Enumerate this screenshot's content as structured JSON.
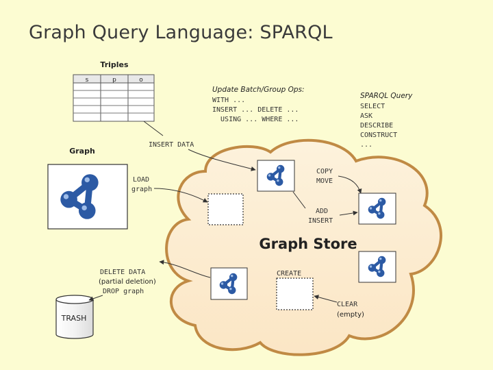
{
  "slide": {
    "title": "Graph Query Language: SPARQL"
  },
  "triples": {
    "heading": "Triples",
    "columns": [
      "s",
      "p",
      "o"
    ],
    "insert_label": "INSERT DATA"
  },
  "update_ops": {
    "heading": "Update Batch/Group Ops:",
    "lines": [
      "WITH ...",
      "INSERT ... DELETE ...",
      "  USING ... WHERE ..."
    ]
  },
  "sparql_query": {
    "heading": "SPARQL Query",
    "items": [
      "SELECT",
      "ASK",
      "DESCRIBE",
      "CONSTRUCT",
      "..."
    ]
  },
  "graph": {
    "heading": "Graph",
    "load_label": [
      "LOAD",
      "graph"
    ]
  },
  "store": {
    "title": "Graph Store",
    "copy_move": [
      "COPY",
      "MOVE"
    ],
    "add_insert": [
      "ADD",
      "INSERT"
    ],
    "create": "CREATE",
    "clear": [
      "CLEAR",
      "(empty)"
    ]
  },
  "trash": {
    "label": "TRASH",
    "delete_label": [
      "DELETE DATA",
      "(partial deletion)",
      "DROP graph"
    ]
  },
  "colors": {
    "background": "#fcfcd2",
    "cloud_fill": "#fcecd0",
    "cloud_stroke": "#c08a44",
    "icon_blue": "#2c5aa4"
  }
}
